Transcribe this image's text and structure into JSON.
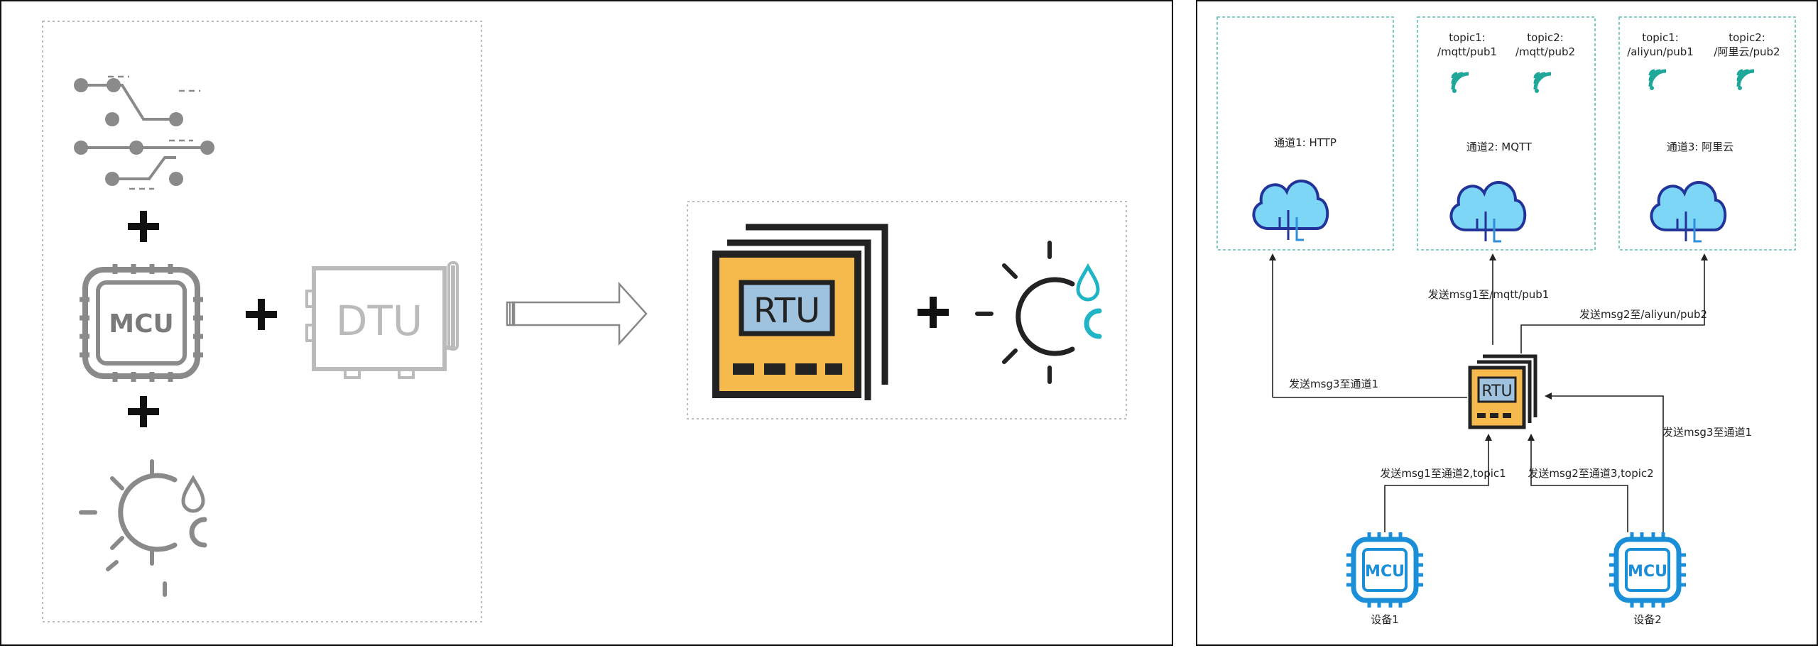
{
  "left": {
    "mcu_label": "MCU",
    "dtu_label": "DTU",
    "rtu_label": "RTU",
    "plus": "+"
  },
  "right": {
    "channels": [
      {
        "label": "通道1: HTTP"
      },
      {
        "label": "通道2: MQTT",
        "topics": [
          "topic1:",
          "/mqtt/pub1",
          "topic2:",
          "/mqtt/pub2"
        ]
      },
      {
        "label": "通道3: 阿里云",
        "topics": [
          "topic1:",
          "/aliyun/pub1",
          "topic2:",
          "/阿里云/pub2"
        ]
      }
    ],
    "edges": {
      "rtu_to_ch2": "发送msg1至/mqtt/pub1",
      "rtu_to_ch3": "发送msg2至/aliyun/pub2",
      "rtu_to_ch1": "发送msg3至通道1",
      "dev1_to_rtu": "发送msg1至通道2,topic1",
      "dev2_to_rtu_a": "发送msg2至通道3,topic2",
      "dev2_to_rtu_b": "发送msg3至通道1"
    },
    "rtu_label": "RTU",
    "devices": [
      {
        "chip": "MCU",
        "name": "设备1"
      },
      {
        "chip": "MCU",
        "name": "设备2"
      }
    ]
  },
  "colors": {
    "rtu_face": "#f5b94e",
    "rtu_screen": "#9fc2de",
    "cloud_fill": "#7dd6f5",
    "cloud_stroke": "#22339a",
    "wifi": "#1fa79a",
    "mcu_blue": "#1a8fd8",
    "humidity_teal": "#1fb5c5",
    "channel_border": "#5dbfb5"
  }
}
